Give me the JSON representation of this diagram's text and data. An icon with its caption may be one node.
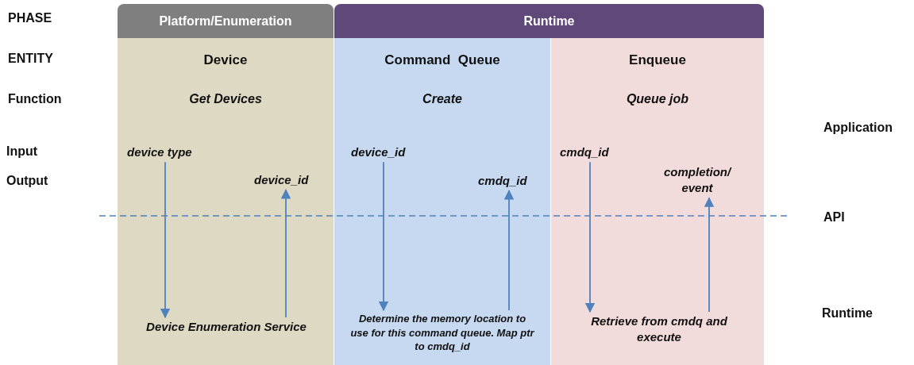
{
  "diagram": {
    "nodes": [
      {
        "text": [
          "Platform/Enumeration"
        ]
      },
      {
        "text": [
          "Runtime"
        ]
      },
      {
        "text": [
          "Device",
          "Get Devices"
        ]
      },
      {
        "text": [
          "device type"
        ],
        "in": 2
      },
      {
        "text": [
          "device_id"
        ],
        "in": 2
      },
      {
        "text": [
          "Device Enumeration Service"
        ],
        "in": 2
      },
      {
        "text": [
          "Command  Queue",
          "Create"
        ]
      },
      {
        "text": [
          "device_id"
        ],
        "in": 6
      },
      {
        "text": [
          "cmdq_id"
        ],
        "in": 6
      },
      {
        "text": [
          "Determine the memory location to use for this command queue. Map ptr to cmdq_id"
        ],
        "in": 6
      },
      {
        "text": [
          "Enqueue",
          "Queue job"
        ]
      },
      {
        "text": [
          "cmdq_id"
        ],
        "in": 10
      },
      {
        "text": [
          "completion/ event"
        ],
        "in": 10
      },
      {
        "text": [
          "Retrieve from cmdq and execute"
        ],
        "in": 10
      }
    ],
    "edges": [
      {
        "from": 3,
        "to": 5,
        "arrow": "to"
      },
      {
        "from": 5,
        "to": 4,
        "arrow": "to"
      },
      {
        "from": 7,
        "to": 9,
        "arrow": "to"
      },
      {
        "from": 9,
        "to": 8,
        "arrow": "to"
      },
      {
        "from": 11,
        "to": 13,
        "arrow": "to"
      },
      {
        "from": 13,
        "to": 12,
        "arrow": "to"
      }
    ],
    "labels": [
      "PHASE",
      "ENTITY",
      "Function",
      "Application",
      "Input",
      "Output",
      "API",
      "Runtime"
    ]
  }
}
